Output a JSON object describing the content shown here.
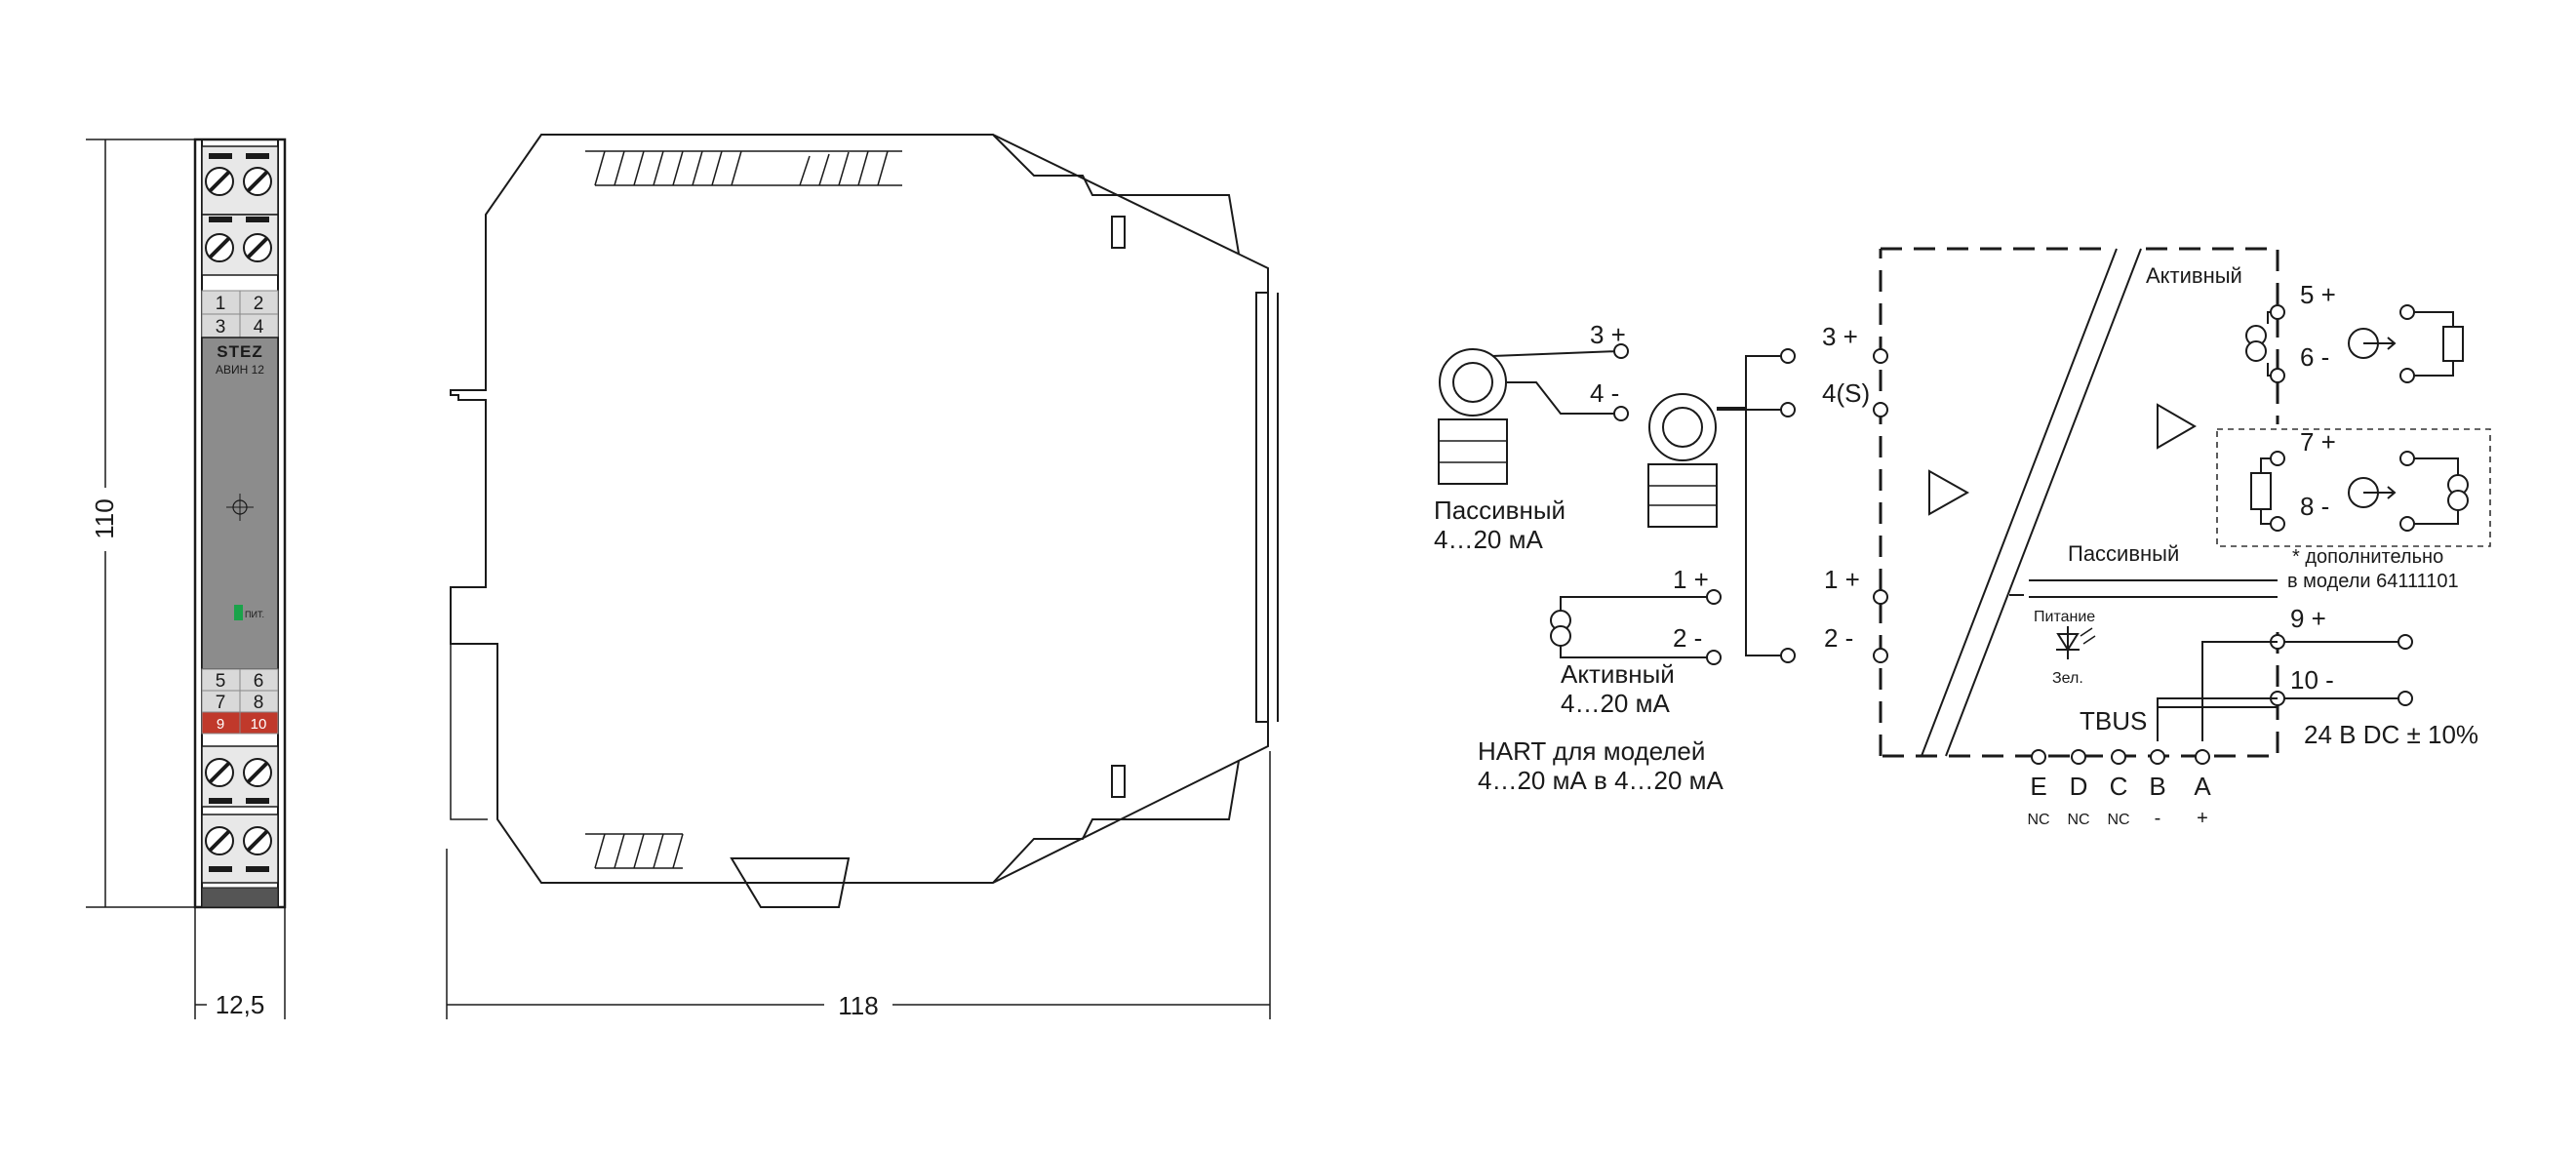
{
  "dimensions": {
    "height": "110",
    "width": "12,5",
    "depth": "118"
  },
  "front_panel": {
    "terminals": [
      "1",
      "2",
      "3",
      "4",
      "5",
      "6",
      "7",
      "8",
      "9",
      "10"
    ],
    "brand": "STEZ",
    "model": "АВИН 12",
    "led": "ПИТ."
  },
  "schematic": {
    "inputs": {
      "term3": "3 +",
      "term4": "4 -",
      "passive_label": "Пассивный",
      "passive_range": "4…20 мА",
      "term1": "1 +",
      "term2": "2 -",
      "active_label": "Активный",
      "active_range": "4…20 мА",
      "hart_line1": "HART для моделей",
      "hart_line2": "4…20 мА в 4…20 мА"
    },
    "module": {
      "in3": "3 +",
      "in4": "4(S)",
      "in1": "1 +",
      "in2": "2 -",
      "active": "Активный",
      "passive": "Пассивный",
      "power_label": "Питание",
      "led_color": "Зел.",
      "bus": "TBUS"
    },
    "outputs": {
      "o5": "5 +",
      "o6": "6 -",
      "o7": "7 +",
      "o8": "8 -",
      "note1": "* дополнительно",
      "note2": "в модели 64111101"
    },
    "power": {
      "p9": "9 +",
      "p10": "10 -",
      "supply": "24  В DC ± 10%"
    },
    "bus_pins": {
      "letters": [
        "E",
        "D",
        "C",
        "B",
        "A"
      ],
      "signs": [
        "NC",
        "NC",
        "NC",
        "-",
        "+"
      ]
    }
  },
  "colors": {
    "panel_gray": "#8c8c8c",
    "led_green": "#1aa34a",
    "terminal_red": "#c0392b"
  }
}
